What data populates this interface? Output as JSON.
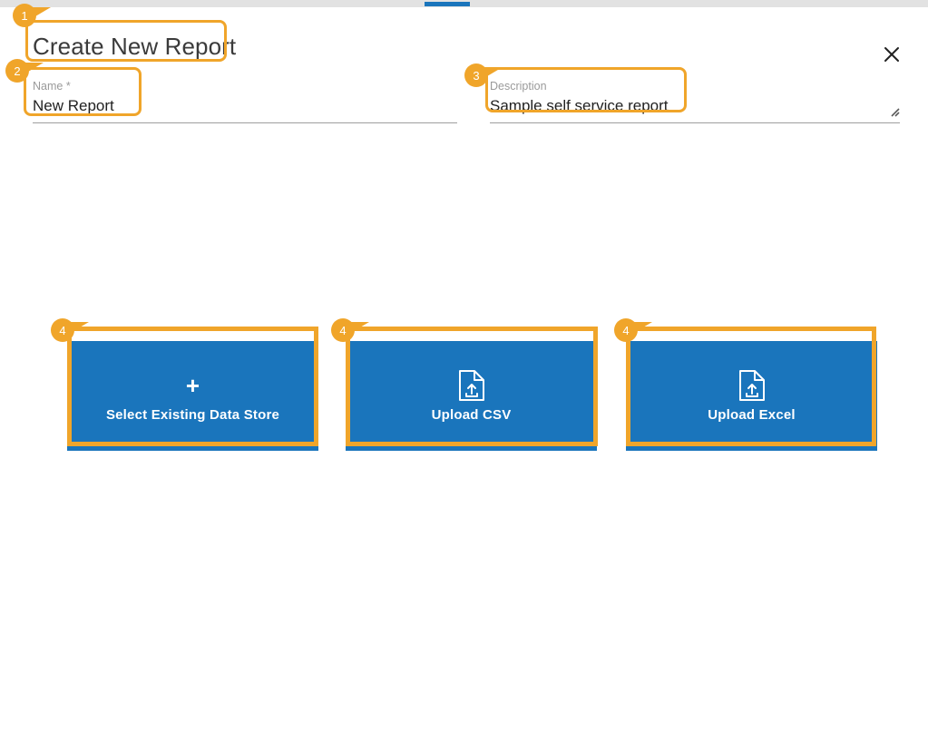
{
  "window": {
    "tab_indicator_color": "#1a75bc",
    "top_bar_color": "#e2e2e2"
  },
  "dialog": {
    "title": "Create New Report",
    "close_label": "✕",
    "close_icon": "close-icon"
  },
  "form": {
    "name": {
      "label": "Name *",
      "value": "New Report",
      "placeholder": "Name"
    },
    "description": {
      "label": "Description",
      "value": "Sample self service report",
      "placeholder": "Description",
      "resize_icon": "resize-grip-icon"
    }
  },
  "tiles": [
    {
      "label": "Select Existing Data Store",
      "icon": "plus-icon",
      "glyph": "+",
      "color": "#1a75bc"
    },
    {
      "label": "Upload CSV",
      "icon": "file-upload-icon",
      "glyph": "",
      "color": "#1a75bc"
    },
    {
      "label": "Upload Excel",
      "icon": "file-upload-icon",
      "glyph": "",
      "color": "#1a75bc"
    }
  ],
  "annotations": {
    "accent_color": "#f0a52a",
    "badges": [
      {
        "id": "1",
        "target": "dialog-title"
      },
      {
        "id": "2",
        "target": "name-field"
      },
      {
        "id": "3",
        "target": "description-field"
      },
      {
        "id": "4",
        "target": "select-existing-data-store-tile"
      },
      {
        "id": "4",
        "target": "upload-csv-tile"
      },
      {
        "id": "4",
        "target": "upload-excel-tile"
      }
    ]
  }
}
